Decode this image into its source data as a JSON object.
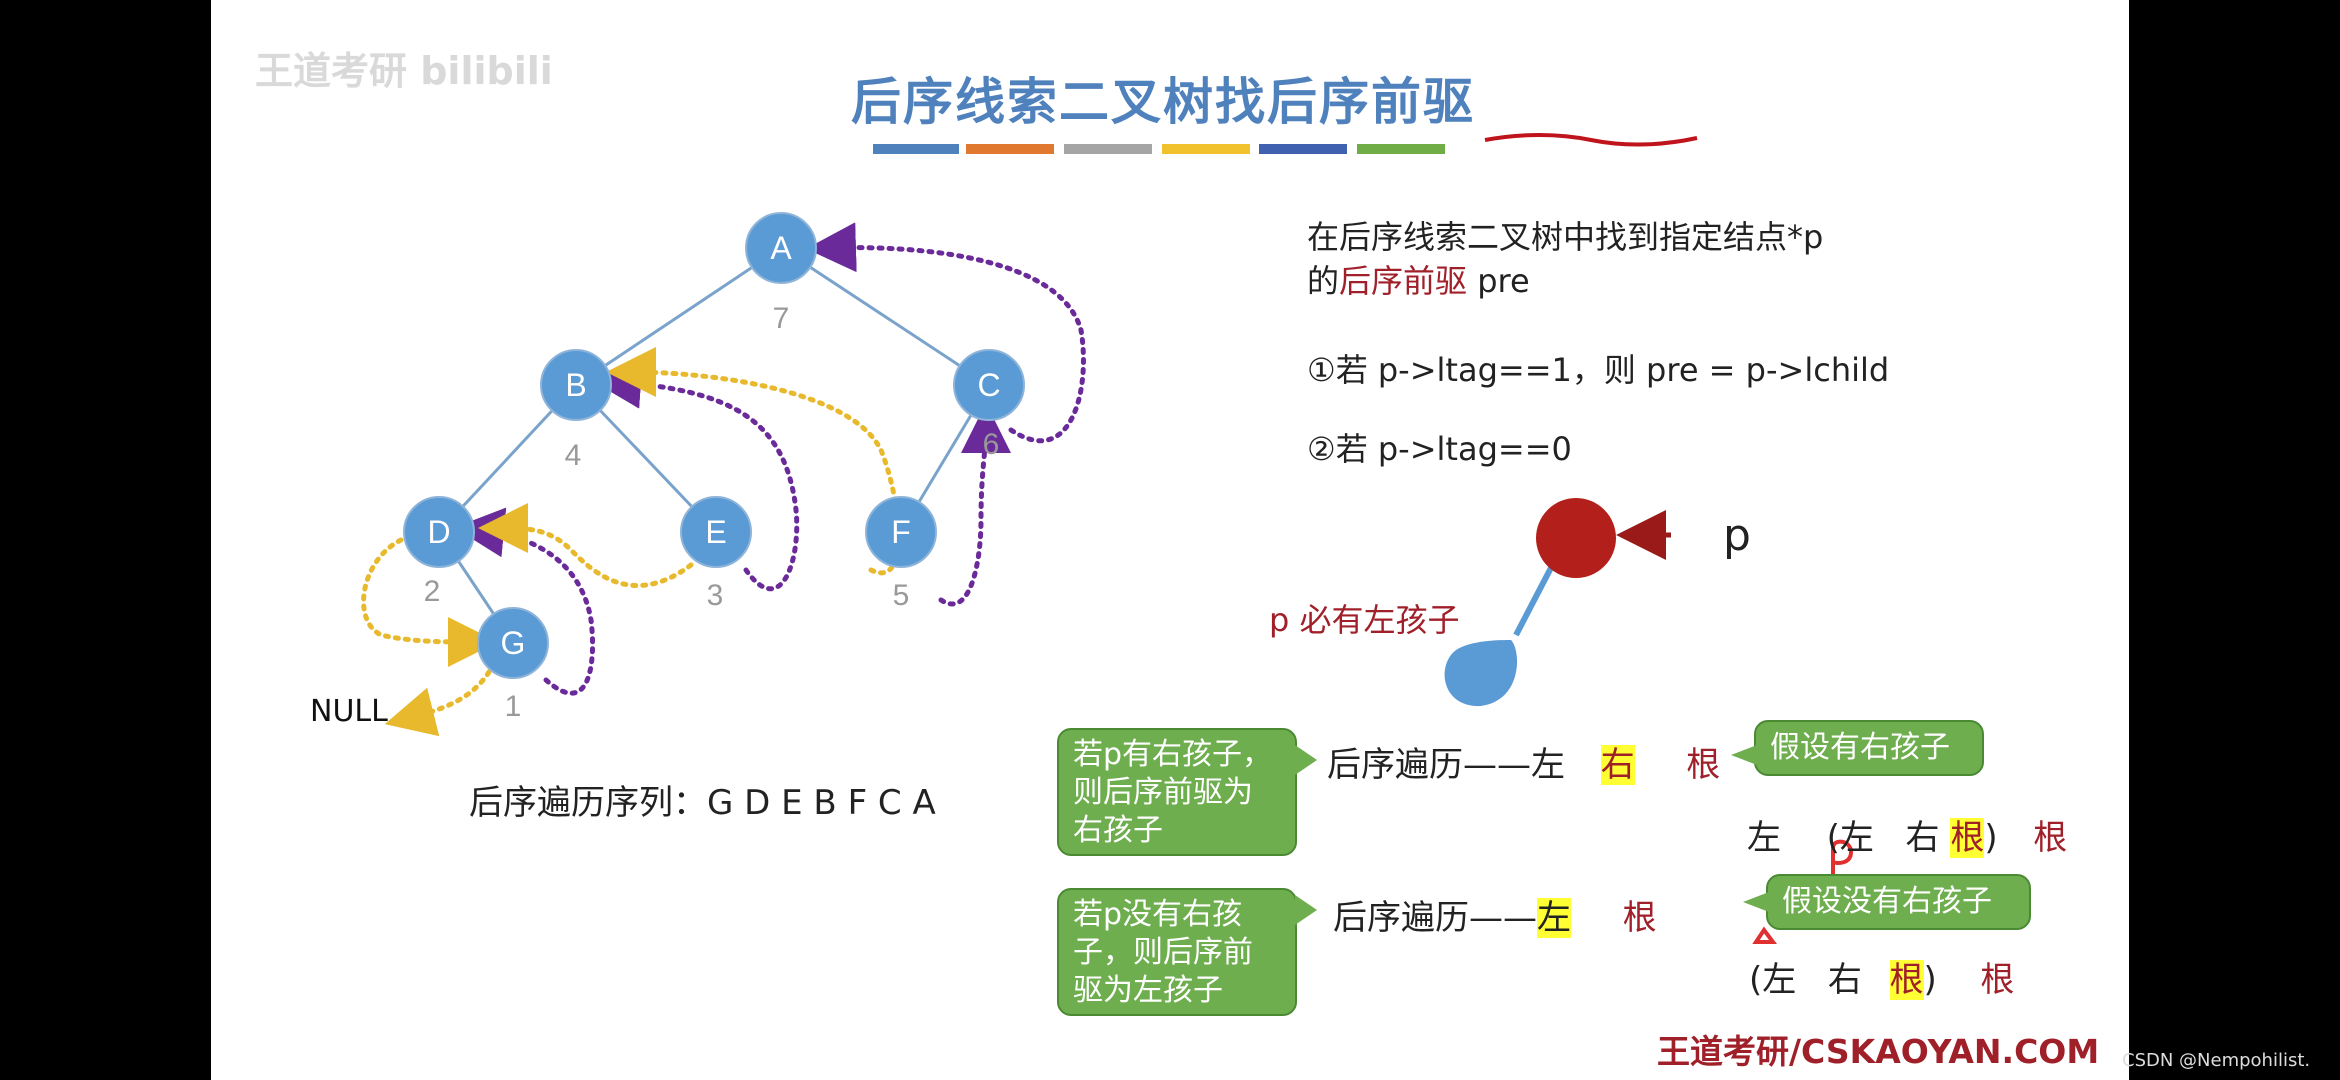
{
  "watermark": "王道考研 bilibili",
  "title": "后序线索二叉树找后序前驱",
  "title_bar_colors": [
    "#4f81bd",
    "#e0782f",
    "#a5a5a5",
    "#f2c12e",
    "#4060b0",
    "#70ad47"
  ],
  "nodes": [
    {
      "label": "A",
      "order": "7"
    },
    {
      "label": "B",
      "order": "4"
    },
    {
      "label": "C",
      "order": "6"
    },
    {
      "label": "D",
      "order": "2"
    },
    {
      "label": "E",
      "order": "3"
    },
    {
      "label": "F",
      "order": "5"
    },
    {
      "label": "G",
      "order": "1"
    }
  ],
  "null_label": "NULL",
  "sequence": "后序遍历序列：G D E B F C A",
  "colors": {
    "node": "#5b9bd5",
    "edge": "#7aa3cc",
    "thread_purple": "#6a2a9a",
    "thread_yellow": "#e8b92c",
    "p_node": "#b3201b",
    "callout": "#6fae4f",
    "accent": "#a0202a"
  },
  "description": {
    "line1": "在后序线索二叉树中找到指定结点*p",
    "line2_prefix": "的",
    "line2_red": "后序前驱",
    "line2_suffix": " pre"
  },
  "case1": "①若 p->ltag==1，则 pre = p->lchild",
  "case2": "②若 p->ltag==0",
  "p_label": "p",
  "p_must_left": "p 必有左孩子",
  "callout_right_child": "若p有右孩子，则后序前驱为右孩子",
  "callout_no_right_child": "若p没有右孩子，则后序前驱为左孩子",
  "hint_has_right": "假设有右孩子",
  "hint_no_right": "假设没有右孩子",
  "traversal": {
    "row1": {
      "prefix": "后序遍历——左",
      "right": "右",
      "root": "根"
    },
    "row2": {
      "left": "左",
      "open": "(左",
      "right": "右",
      "root": "根",
      "close": ")",
      "root2": "根"
    },
    "row3": {
      "prefix": "后序遍历——",
      "left": "左",
      "root": "根"
    },
    "row4": {
      "open": "(左",
      "right": "右",
      "root": "根",
      "close": ")",
      "root2": "根"
    }
  },
  "handwritten_p": "p",
  "brand": "王道考研/CSKAOYAN.COM",
  "csdn": "CSDN @Nempohilist."
}
